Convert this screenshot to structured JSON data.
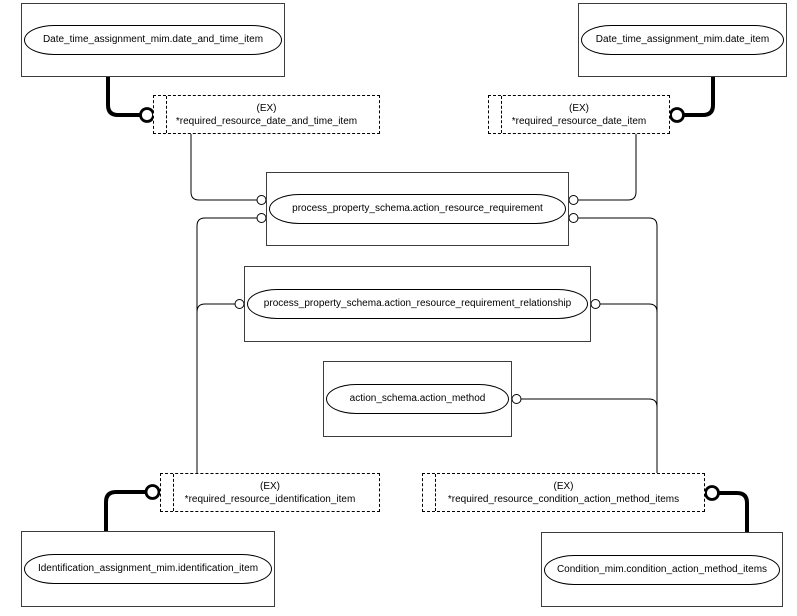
{
  "colors": {
    "line": "#000000",
    "frame_border": "#3d3d3d",
    "background": "#ffffff"
  },
  "entities": {
    "date_and_time_item": "Date_time_assignment_mim.date_and_time_item",
    "date_item": "Date_time_assignment_mim.date_item",
    "action_resource_requirement": "process_property_schema.action_resource_requirement",
    "action_resource_requirement_relationship": "process_property_schema.action_resource_requirement_relationship",
    "action_method": "action_schema.action_method",
    "identification_item": "Identification_assignment_mim.identification_item",
    "condition_action_method_items": "Condition_mim.condition_action_method_items"
  },
  "selects": {
    "required_resource_date_and_time_item": {
      "tag": "(EX)",
      "label": "*required_resource_date_and_time_item"
    },
    "required_resource_date_item": {
      "tag": "(EX)",
      "label": "*required_resource_date_item"
    },
    "required_resource_identification_item": {
      "tag": "(EX)",
      "label": "*required_resource_identification_item"
    },
    "required_resource_condition_action_method_items": {
      "tag": "(EX)",
      "label": "*required_resource_condition_action_method_items"
    }
  }
}
